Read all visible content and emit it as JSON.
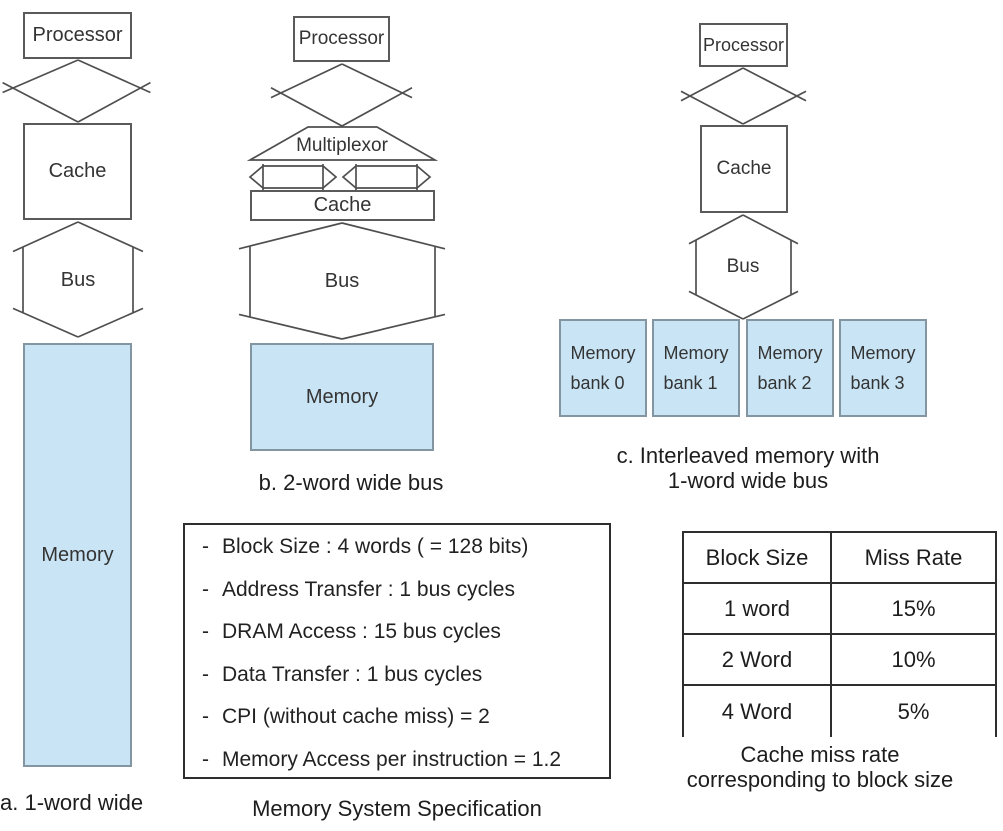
{
  "colors": {
    "memory_fill": "#c9e5f5",
    "memory_border": "#8295a0",
    "box_border": "#5a5a5a",
    "line": "#4f4f4f",
    "text": "#2d2d2d"
  },
  "diagram_a": {
    "processor_label": "Processor",
    "cache_label": "Cache",
    "bus_label": "Bus",
    "memory_label": "Memory",
    "caption": "a. 1-word wide"
  },
  "diagram_b": {
    "processor_label": "Processor",
    "multiplexor_label": "Multiplexor",
    "cache_label": "Cache",
    "bus_label": "Bus",
    "memory_label": "Memory",
    "caption": "b. 2-word wide bus"
  },
  "diagram_c": {
    "processor_label": "Processor",
    "cache_label": "Cache",
    "bus_label": "Bus",
    "banks": [
      {
        "line1": "Memory",
        "line2": "bank 0"
      },
      {
        "line1": "Memory",
        "line2": "bank 1"
      },
      {
        "line1": "Memory",
        "line2": "bank 2"
      },
      {
        "line1": "Memory",
        "line2": "bank 3"
      }
    ],
    "caption_line1": "c. Interleaved memory with",
    "caption_line2": "1-word wide bus"
  },
  "spec_box": {
    "bullet": "-",
    "items": [
      "Block Size : 4 words ( = 128 bits)",
      "Address Transfer : 1 bus cycles",
      "DRAM Access : 15 bus cycles",
      "Data Transfer : 1 bus cycles",
      "CPI (without cache miss) = 2",
      "Memory Access per instruction = 1.2"
    ],
    "caption": "Memory System Specification"
  },
  "miss_rate_table": {
    "headers": [
      "Block Size",
      "Miss Rate"
    ],
    "rows": [
      [
        "1 word",
        "15%"
      ],
      [
        "2 Word",
        "10%"
      ],
      [
        "4 Word",
        "5%"
      ]
    ],
    "caption_line1": "Cache miss rate",
    "caption_line2": "corresponding to block size"
  }
}
